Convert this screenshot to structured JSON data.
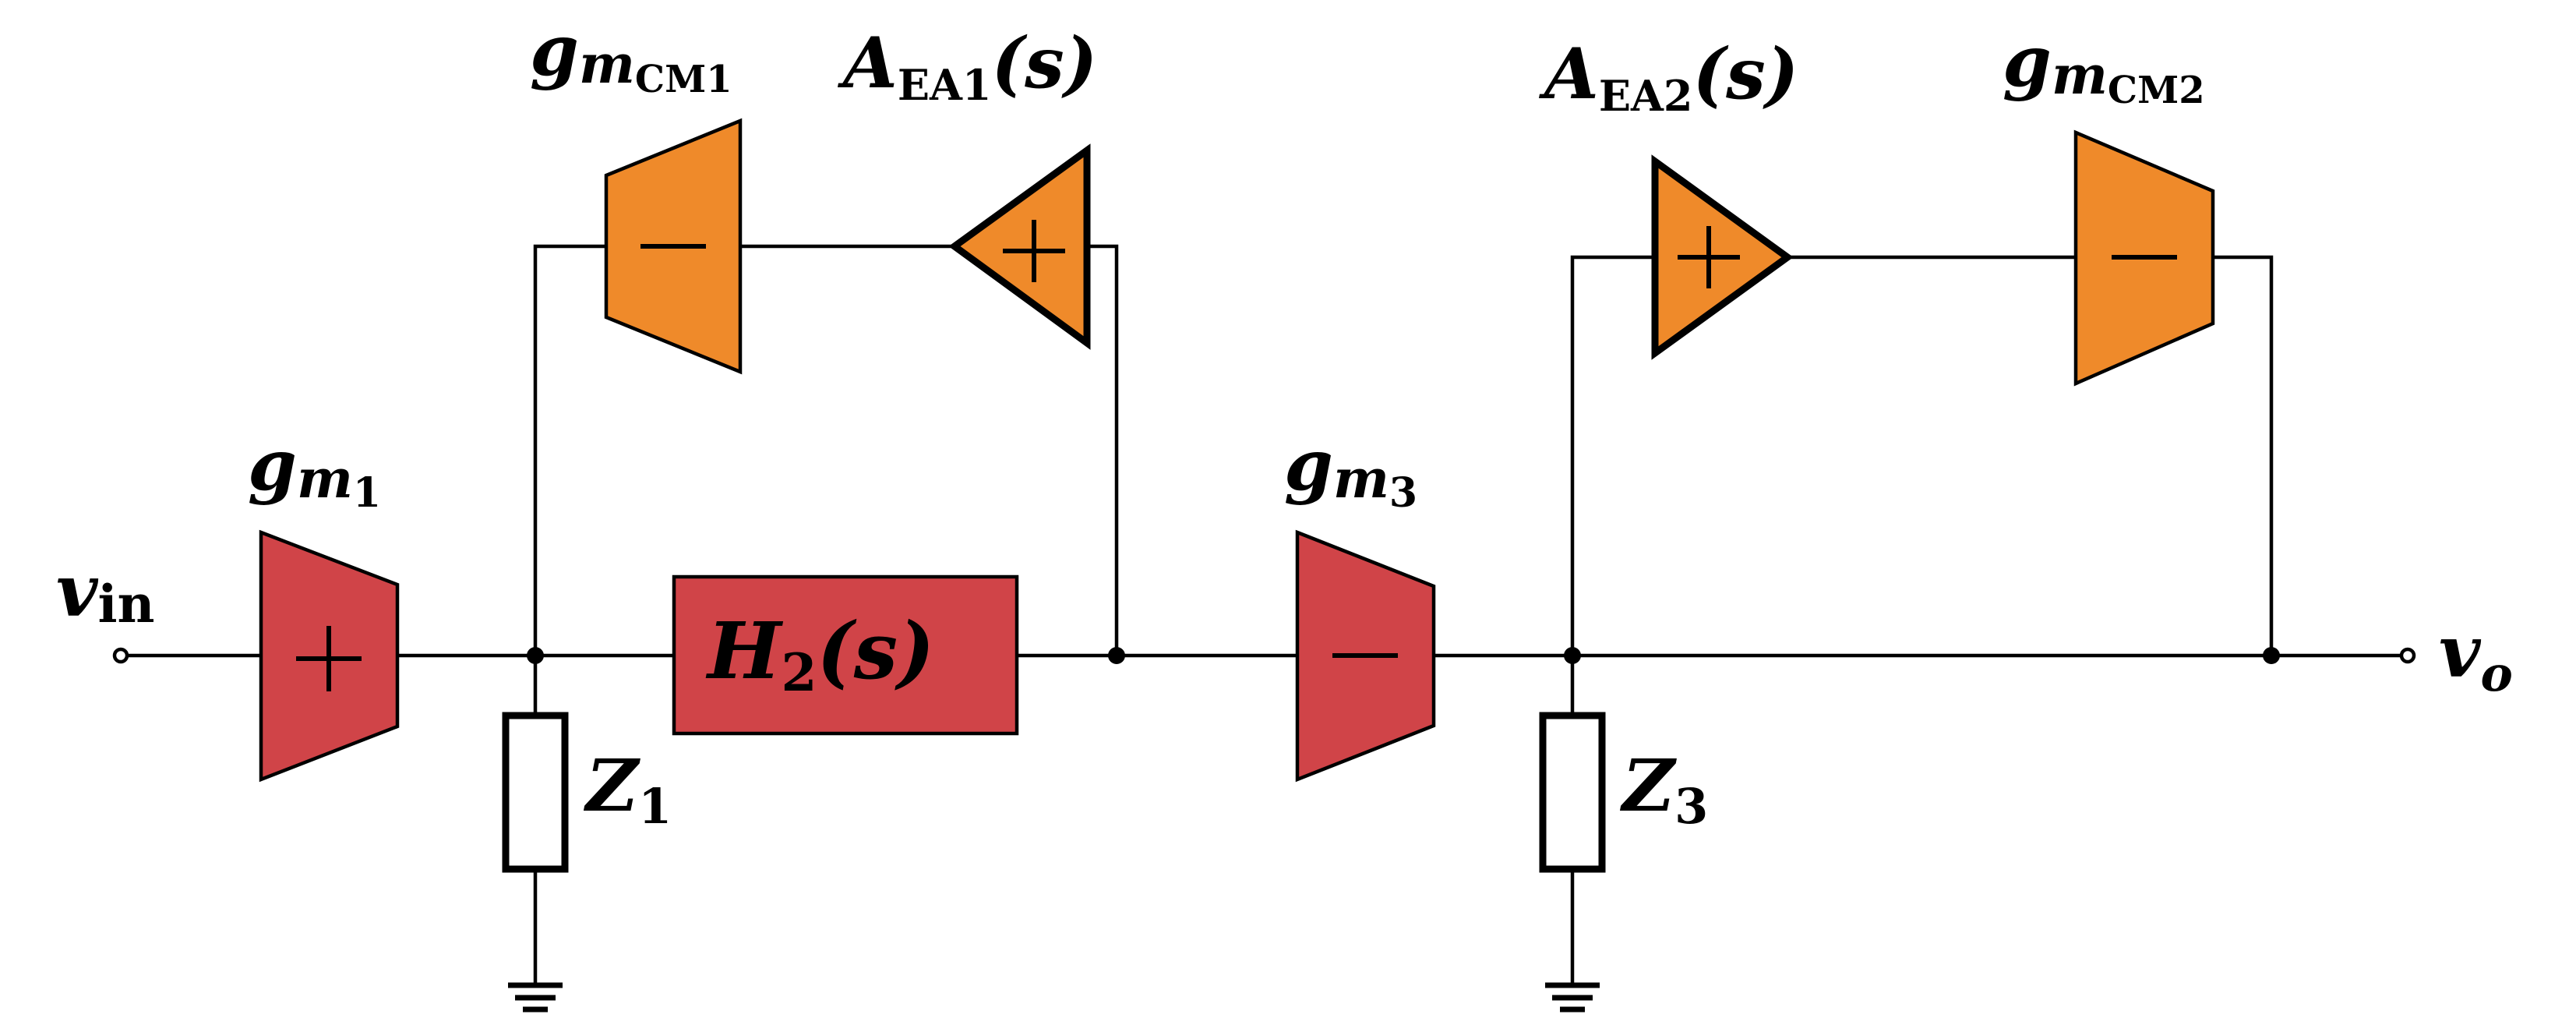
{
  "colors": {
    "red": "#d04448",
    "orange": "#ef8a2a",
    "wire": "#000000"
  },
  "labels": {
    "vin": {
      "main": "v",
      "sub": "in"
    },
    "vo": {
      "main": "v",
      "sub": "o"
    },
    "gm1": {
      "main": "g",
      "mid": "m",
      "sub": "1"
    },
    "gm3": {
      "main": "g",
      "mid": "m",
      "sub": "3"
    },
    "gmcm1": {
      "main": "g",
      "mid": "m",
      "sub": "CM1"
    },
    "gmcm2": {
      "main": "g",
      "mid": "m",
      "sub": "CM2"
    },
    "aea1": {
      "main": "A",
      "sub": "EA1",
      "arg": "(s)"
    },
    "aea2": {
      "main": "A",
      "sub": "EA2",
      "arg": "(s)"
    },
    "h2": {
      "main": "H",
      "sub": "2",
      "arg": "(s)"
    },
    "z1": {
      "main": "Z",
      "sub": "1"
    },
    "z3": {
      "main": "Z",
      "sub": "3"
    }
  },
  "blocks": {
    "gm1": {
      "sign": "+"
    },
    "gm3": {
      "sign": "−"
    },
    "gmcm1": {
      "sign": "−"
    },
    "gmcm2": {
      "sign": "−"
    },
    "aea1": {
      "sign": "+"
    },
    "aea2": {
      "sign": "+"
    }
  }
}
